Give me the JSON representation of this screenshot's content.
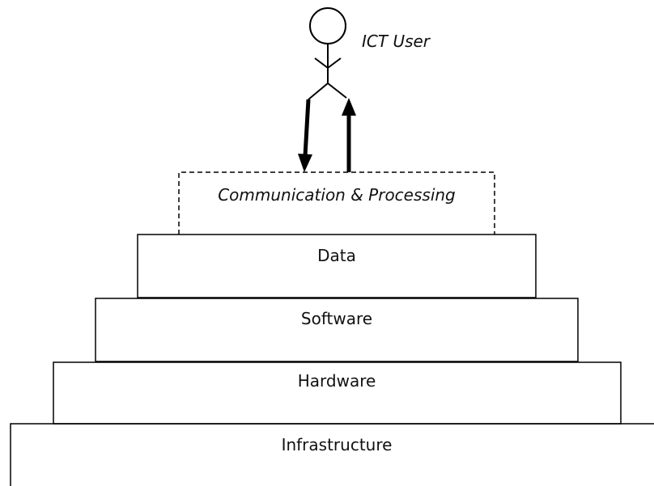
{
  "user": {
    "label": "ICT User"
  },
  "layers": {
    "communication": "Communication & Processing",
    "data": "Data",
    "software": "Software",
    "hardware": "Hardware",
    "infrastructure": "Infrastructure"
  },
  "colors": {
    "stroke": "#000000",
    "text": "#111111",
    "background": "#ffffff"
  }
}
